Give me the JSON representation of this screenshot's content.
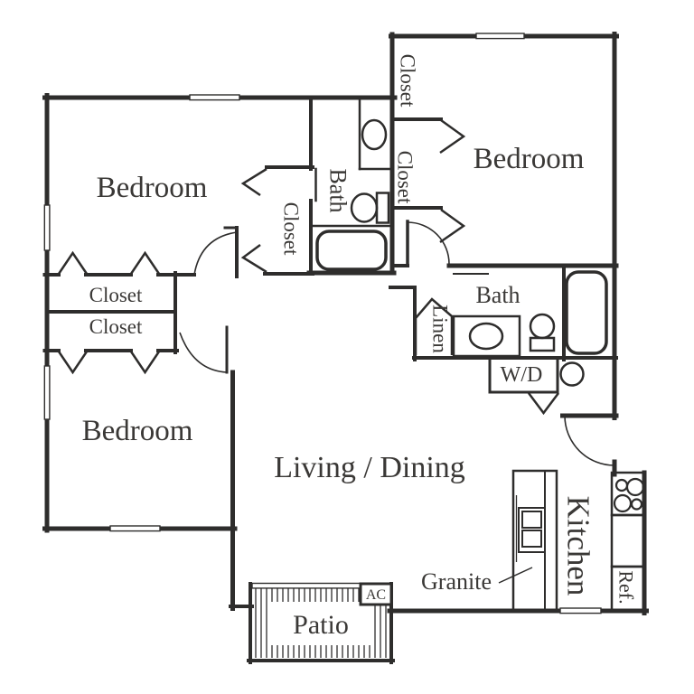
{
  "labels": {
    "bedroom_top_left": "Bedroom",
    "bedroom_top_right": "Bedroom",
    "bedroom_bottom_left": "Bedroom",
    "living_dining": "Living / Dining",
    "kitchen": "Kitchen",
    "patio": "Patio",
    "bath_main": "Bath",
    "bath_second": "Bath",
    "closet_hall_upper": "Closet",
    "closet_hall_lower": "Closet",
    "closet_mid": "Closet",
    "closet_bedroom2_upper": "Closet",
    "closet_bedroom2_lower": "Closet",
    "linen": "Linen",
    "washer_dryer": "W/D",
    "granite": "Granite",
    "ac": "AC",
    "refrigerator": "Ref."
  },
  "colors": {
    "wall": "#2e2d2c",
    "text": "#3a3836",
    "background": "#ffffff"
  }
}
